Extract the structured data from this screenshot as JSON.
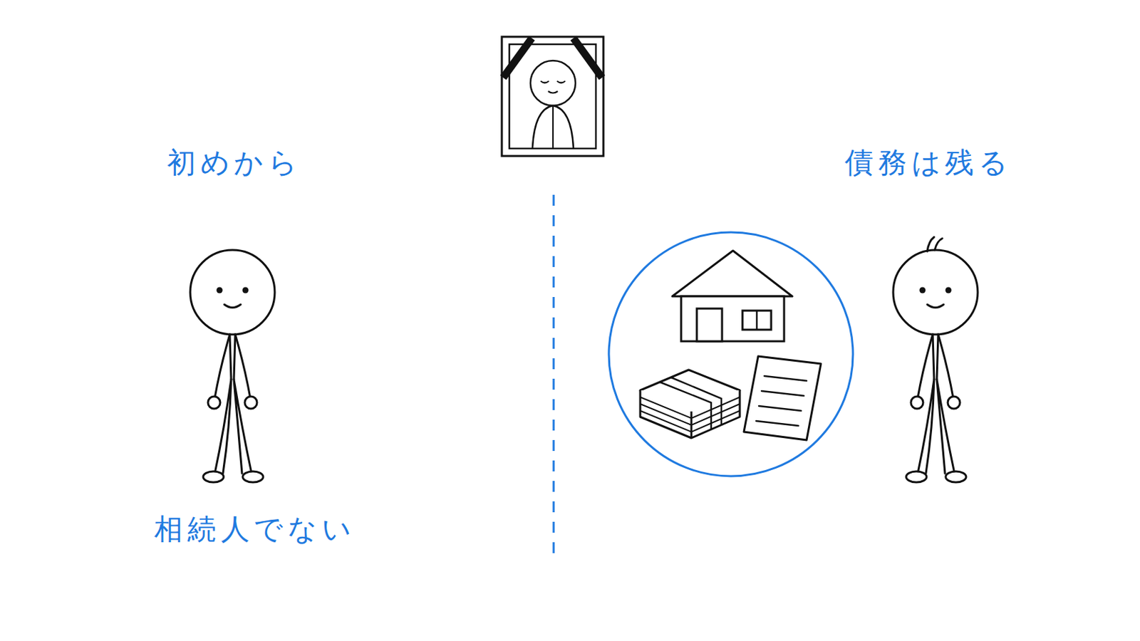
{
  "diagram": {
    "labels": [
      "初めから",
      "相続人でない",
      "債務は残る"
    ]
  }
}
